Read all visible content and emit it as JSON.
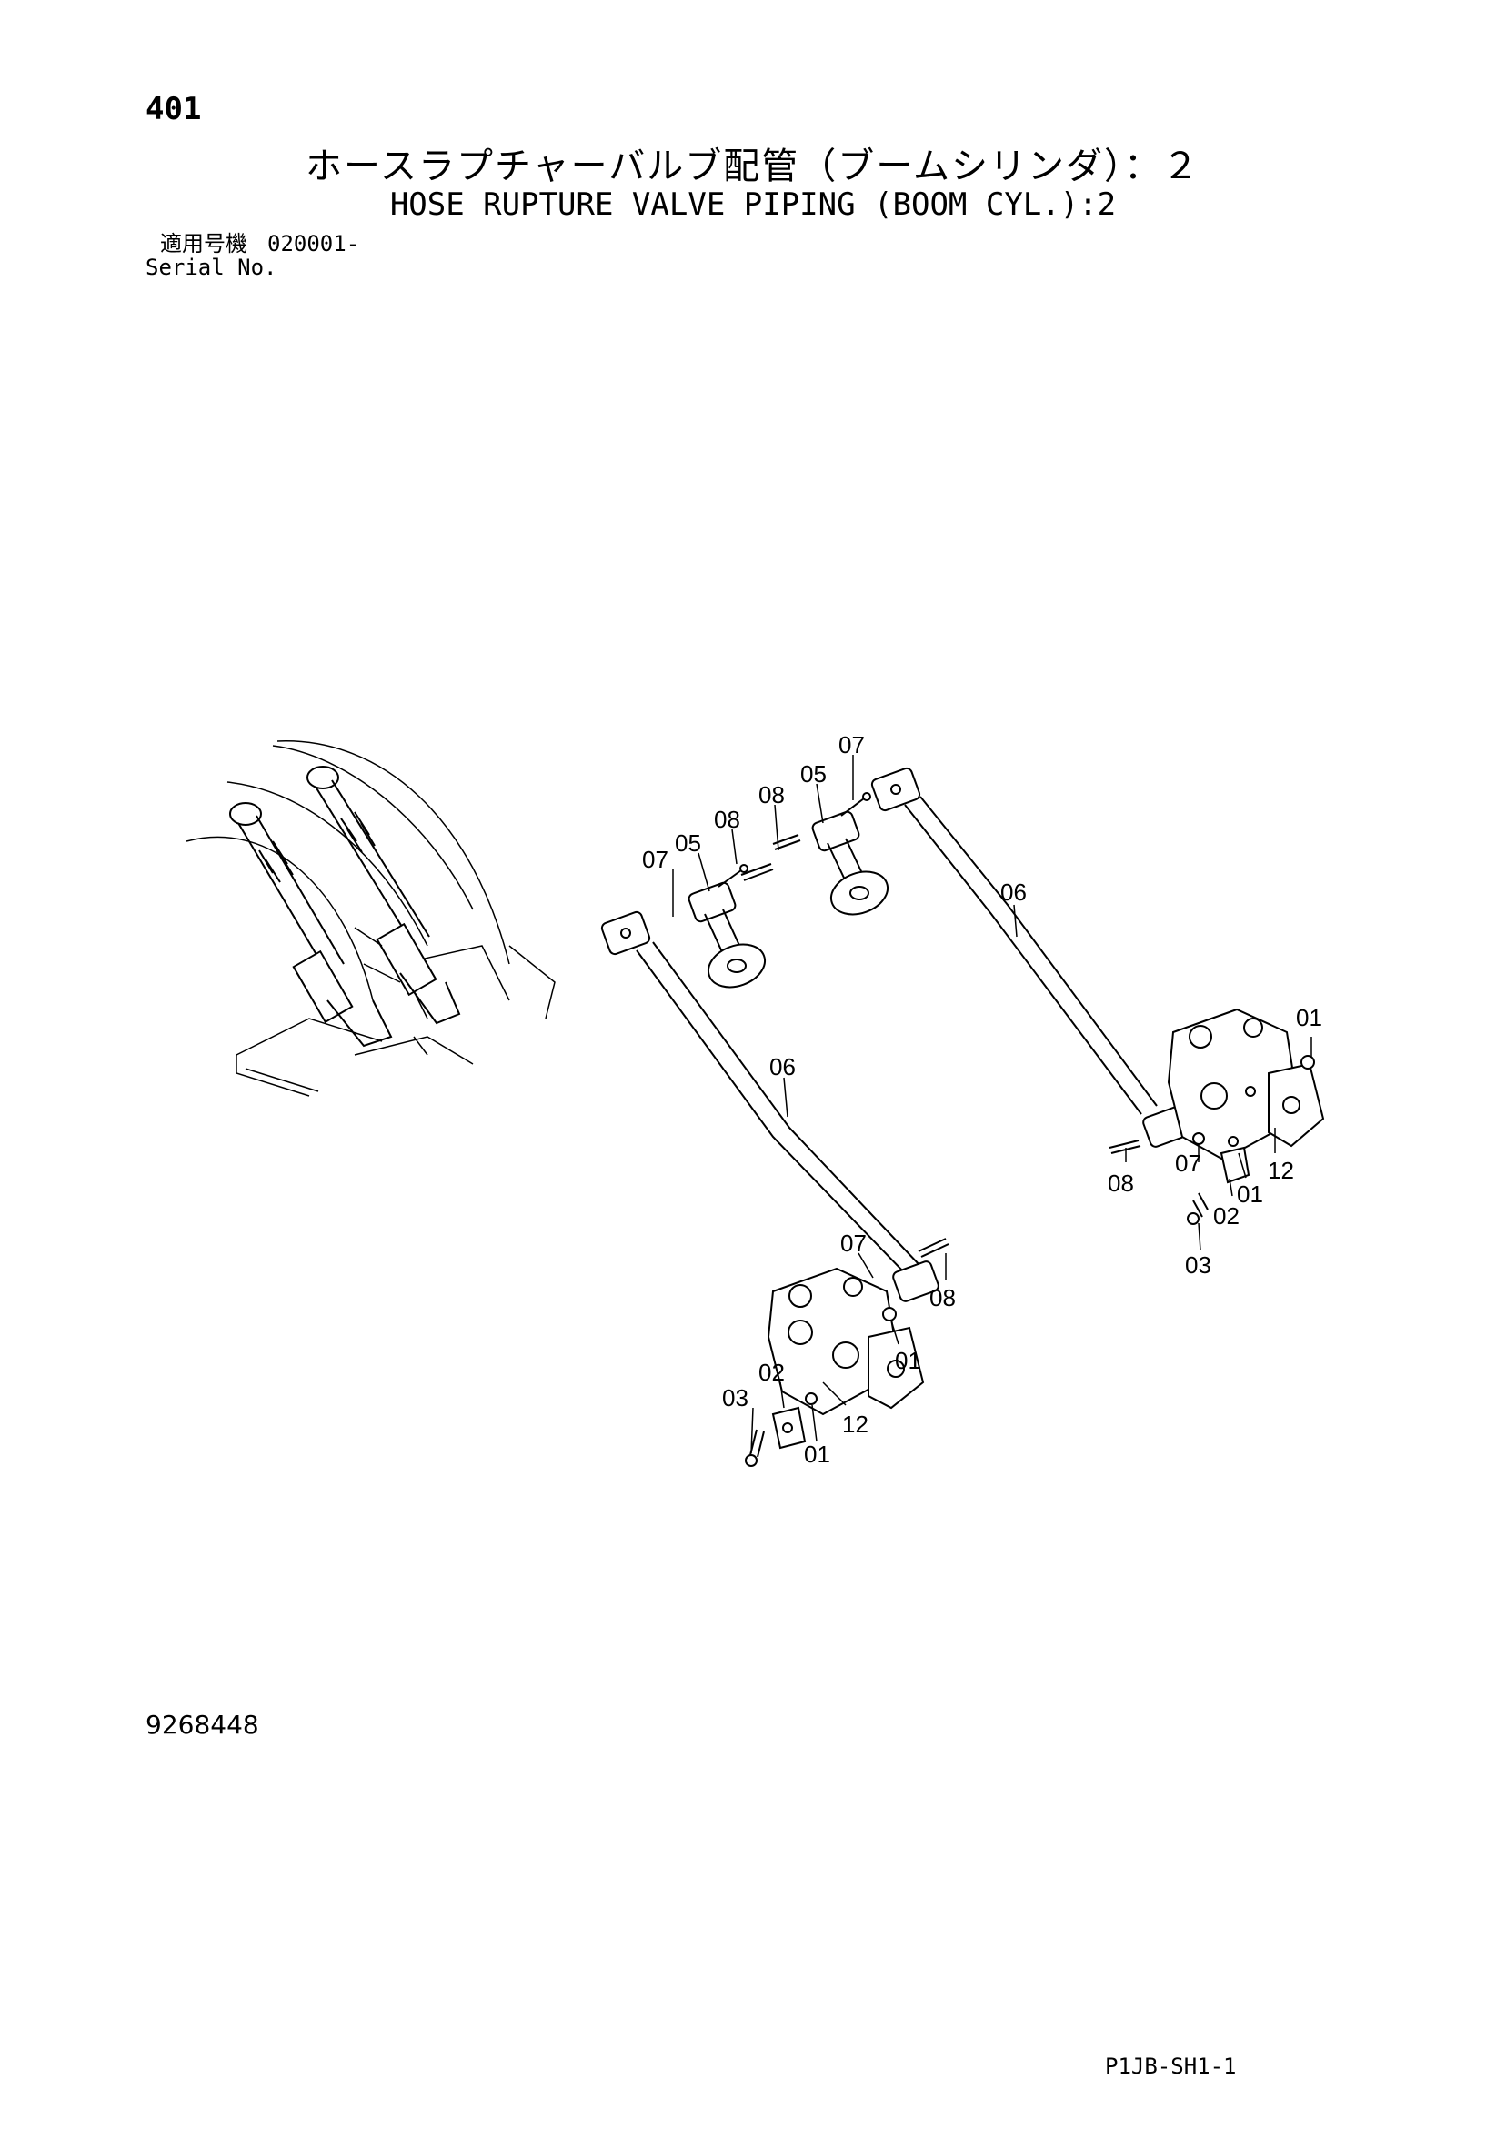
{
  "page": {
    "page_number": "401",
    "title_jp": "ホースラプチャーバルブ配管（ブームシリンダ）：２",
    "title_en": "HOSE RUPTURE VALVE PIPING (BOOM CYL.):2",
    "serial_label_jp": "適用号機",
    "serial_value": "020001-",
    "serial_label_en": "Serial No.",
    "figure_number": "9268448",
    "sheet_code": "P1JB-SH1-1"
  },
  "callouts": {
    "top_07_a": "07",
    "top_05_a": "05",
    "top_08_a": "08",
    "top_07_b": "07",
    "top_05_b": "05",
    "top_08_b": "08",
    "pipe_06_right": "06",
    "pipe_06_left": "06",
    "r_01_top": "01",
    "r_07": "07",
    "r_08": "08",
    "r_12": "12",
    "r_01_mid": "01",
    "r_02": "02",
    "r_03": "03",
    "l_07": "07",
    "l_08": "08",
    "l_01_top": "01",
    "l_02": "02",
    "l_03": "03",
    "l_12": "12",
    "l_01_bottom": "01"
  }
}
